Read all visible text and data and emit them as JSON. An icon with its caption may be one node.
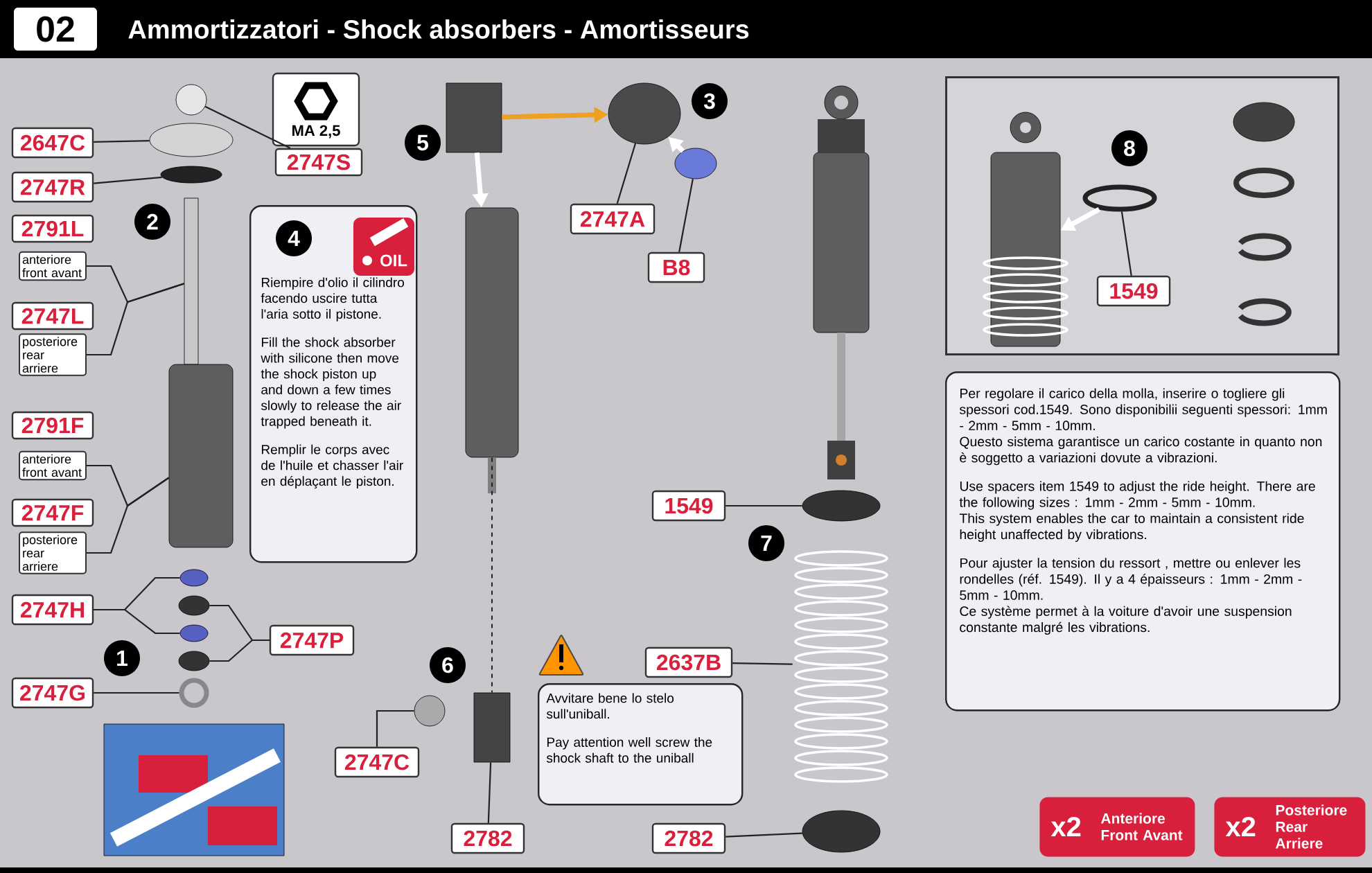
{
  "diagram": {
    "title": "Ammortizzatori - Shock absorbers - Amortisseurs",
    "nodes": [
      {
        "text": [],
        "shape": "circle"
      },
      {
        "text": [
          "2747S"
        ],
        "beside": [
          "MA 2,5"
        ]
      },
      {
        "text": [],
        "shape": "circle"
      },
      {
        "text": [
          "2647C"
        ]
      },
      {
        "text": [],
        "shape": "circle"
      },
      {
        "text": [
          "2747R"
        ]
      },
      {
        "text": [
          "2"
        ]
      },
      {
        "text": [
          "2791L",
          "anteriore front avant"
        ]
      },
      {
        "text": [
          "2747L",
          "posteriore rear arriere"
        ]
      },
      {
        "text": [],
        "shape": "box"
      },
      {
        "text": [
          "2791F",
          "anteriore front avant"
        ]
      },
      {
        "text": [
          "2747F",
          "posteriore rear arriere"
        ]
      },
      {
        "text": [],
        "shape": "cylinder"
      },
      {
        "text": [],
        "shape": "circle"
      },
      {
        "text": [],
        "shape": "circle"
      },
      {
        "text": [],
        "shape": "circle"
      },
      {
        "text": [],
        "shape": "circle"
      },
      {
        "text": [
          "2747H"
        ]
      },
      {
        "text": [
          "2747P"
        ]
      },
      {
        "text": [
          "1"
        ]
      },
      {
        "text": [],
        "shape": "circle"
      },
      {
        "text": [
          "2747G"
        ]
      },
      {
        "text": [],
        "shape": "picture"
      },
      {
        "text": [
          "Riempire d'olio il cilindro facendo uscire tutta l'aria sotto il pistone.",
          "Fill the shock absorber with silicone then move the shock piston up and down a few times slowly to release the air trapped beneath it.",
          "Remplir le corps avec de l'huile et chasser l'air en déplaçant le piston."
        ]
      },
      {
        "text": [
          "4"
        ],
        "in": 23
      },
      {
        "text": [
          "OIL"
        ],
        "in": 23
      },
      {
        "text": [
          "5"
        ]
      },
      {
        "text": [],
        "shape": "box"
      },
      {
        "text": [],
        "shape": "cylinder"
      },
      {
        "text": [],
        "shape": "circle"
      },
      {
        "text": [
          "3"
        ]
      },
      {
        "text": [],
        "shape": "circle"
      },
      {
        "text": [
          "2747A"
        ]
      },
      {
        "text": [
          "B8"
        ]
      },
      {
        "text": [
          "6"
        ]
      },
      {
        "text": [],
        "shape": "circle"
      },
      {
        "text": [],
        "shape": "box"
      },
      {
        "text": [
          "2747C"
        ]
      },
      {
        "text": [
          "2782"
        ]
      },
      {
        "text": [
          "Avvitare bene lo stelo sull'uniball.",
          "Pay attention well screw the shock shaft to the uniball"
        ]
      },
      {
        "text": [],
        "shape": "picture"
      },
      {
        "text": [
          "1549"
        ]
      },
      {
        "text": [],
        "shape": "circle"
      },
      {
        "text": [
          "7"
        ]
      },
      {
        "text": [],
        "shape": "picture"
      },
      {
        "text": [
          "2637B"
        ]
      },
      {
        "text": [
          "2782"
        ]
      },
      {
        "text": [],
        "shape": "circle"
      },
      {
        "text": [],
        "shape": "box"
      },
      {
        "text": [
          "8"
        ],
        "in": 48
      },
      {
        "text": [],
        "shape": "picture",
        "in": 48
      },
      {
        "text": [],
        "shape": "circle",
        "in": 48
      },
      {
        "text": [
          "1549"
        ],
        "in": 48
      },
      {
        "text": [
          "Per regolare il carico della molla, inserire o togliere gli spessori cod.1549. Sono disponibilii seguenti spessori: 1mm - 2mm - 5mm - 10mm.",
          "Questo sistema garantisce un carico costante in quanto non è soggetto a variazioni dovute a vibrazioni.",
          "Use spacers item 1549 to adjust the ride height. There are the following sizes : 1mm - 2mm - 5mm - 10mm.",
          "This system enables the car to maintain a consistent ride height unaffected by vibrations.",
          "Pour ajuster la tension du ressort , mettre ou enlever les rondelles (réf. 1549). Il y a 4 épaisseurs : 1mm - 2mm - 5mm - 10mm.",
          "Ce système permet à la voiture d'avoir une suspension constante malgré les vibrations."
        ]
      },
      {
        "text": [
          "x2",
          "Anteriore Front Avant"
        ]
      },
      {
        "text": [
          "x2",
          "Posteriore Rear Arriere"
        ]
      }
    ],
    "edges": [
      {
        "from": 1,
        "to": 0,
        "arrow": "none"
      },
      {
        "from": 3,
        "to": 2,
        "arrow": "none"
      },
      {
        "from": 5,
        "to": 4,
        "arrow": "none"
      },
      {
        "from": 7,
        "to": 9,
        "arrow": "none"
      },
      {
        "from": 8,
        "to": 9,
        "arrow": "none"
      },
      {
        "from": 10,
        "to": 12,
        "arrow": "none"
      },
      {
        "from": 11,
        "to": 12,
        "arrow": "none"
      },
      {
        "from": 17,
        "to": 13,
        "arrow": "none"
      },
      {
        "from": 17,
        "to": 15,
        "arrow": "none"
      },
      {
        "from": 18,
        "to": 14,
        "arrow": "none"
      },
      {
        "from": 18,
        "to": 16,
        "arrow": "none"
      },
      {
        "from": 21,
        "to": 20,
        "arrow": "none"
      },
      {
        "from": 27,
        "to": 28,
        "arrow": "to",
        "style": "thick",
        "color": "#ffffff"
      },
      {
        "from": 28,
        "to": 36,
        "arrow": "none",
        "style": "dashed"
      },
      {
        "from": 27,
        "to": 29,
        "arrow": "to",
        "style": "thick",
        "color": "#f0a020"
      },
      {
        "from": 31,
        "to": 29,
        "arrow": "to",
        "style": "thick",
        "color": "#ffffff"
      },
      {
        "from": 32,
        "to": 29,
        "arrow": "none"
      },
      {
        "from": 33,
        "to": 31,
        "arrow": "none"
      },
      {
        "from": 37,
        "to": 35,
        "arrow": "none"
      },
      {
        "from": 38,
        "to": 36,
        "arrow": "none"
      },
      {
        "from": 41,
        "to": 42,
        "arrow": "none"
      },
      {
        "from": 45,
        "to": 44,
        "arrow": "none"
      },
      {
        "from": 46,
        "to": 47,
        "arrow": "none"
      },
      {
        "from": 52,
        "to": 51,
        "arrow": "none"
      },
      {
        "from": 51,
        "to": 50,
        "arrow": "to",
        "style": "thick",
        "color": "#ffffff"
      }
    ],
    "labels": [
      "02"
    ]
  }
}
